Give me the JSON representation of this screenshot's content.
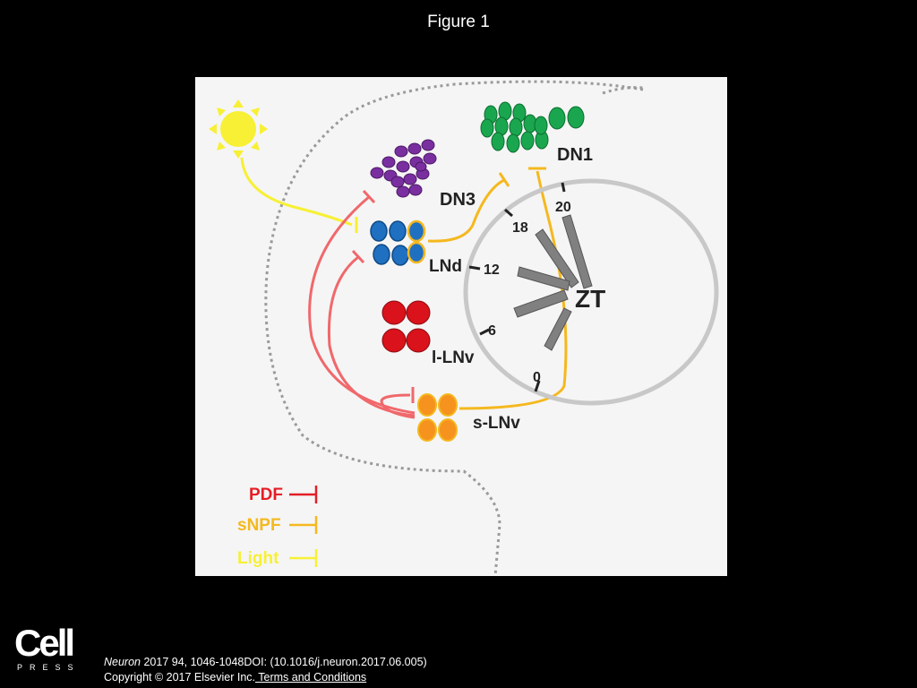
{
  "figure_title": "Figure 1",
  "labels": {
    "dn1": "DN1",
    "dn3": "DN3",
    "lnd": "LNd",
    "l_lnv": "l-LNv",
    "s_lnv": "s-LNv",
    "zt": "ZT"
  },
  "clock_ticks": [
    "0",
    "6",
    "12",
    "18",
    "20"
  ],
  "legend": [
    {
      "label": "PDF",
      "color": "#e41e26"
    },
    {
      "label": "sNPF",
      "color": "#f5b81f"
    },
    {
      "label": "Light",
      "color": "#f7f035"
    }
  ],
  "colors": {
    "pdf": "#f0686b",
    "snpf": "#f5b81f",
    "light": "#f7f035",
    "dn1": "#1aa64f",
    "dn3": "#7a2fa0",
    "lnd": "#1f70c1",
    "l_lnv": "#d9121b",
    "s_lnv": "#f6921e"
  },
  "footer": {
    "logo_word": "Cell",
    "logo_press": "PRESS",
    "journal": "Neuron",
    "citation_rest": " 2017 94, 1046-1048DOI: (10.1016/j.neuron.2017.06.005)",
    "copyright": "Copyright © 2017 Elsevier Inc.",
    "terms_link": " Terms and Conditions"
  }
}
